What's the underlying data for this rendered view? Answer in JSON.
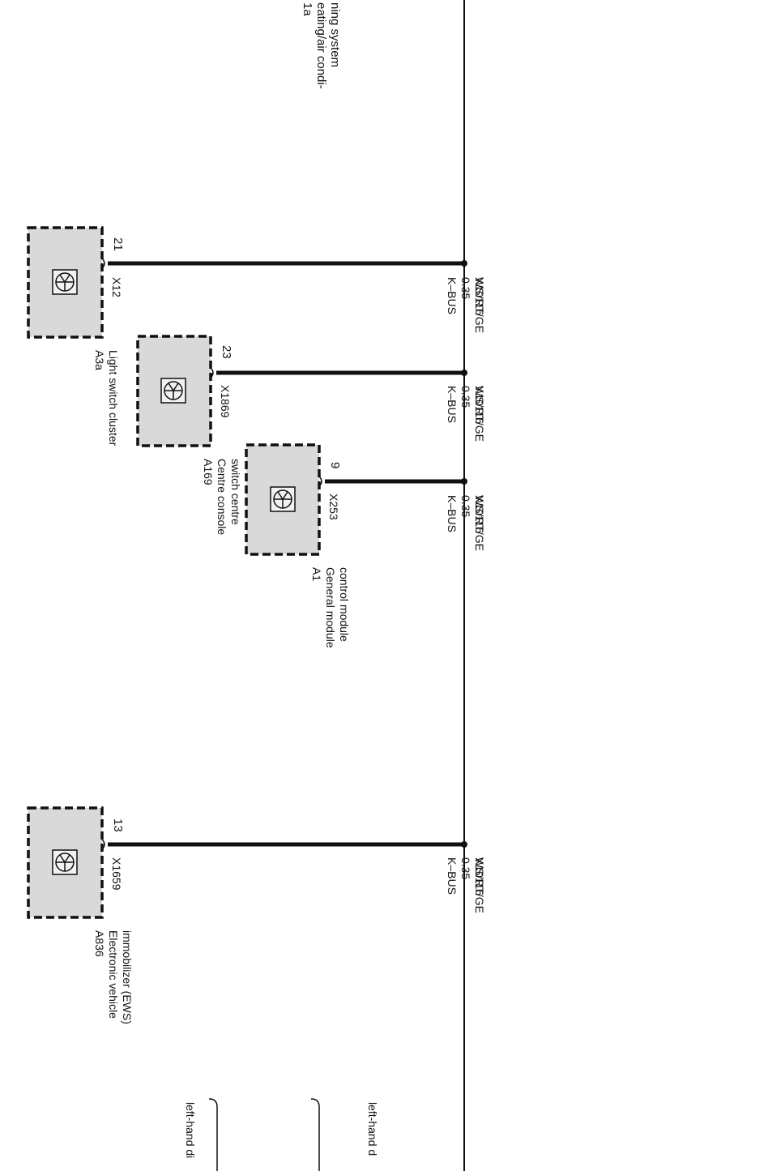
{
  "top_module": {
    "code": "1a",
    "lines": [
      "eating/air condi-",
      "ning system"
    ]
  },
  "components": [
    {
      "id": "a3a",
      "pin": "21",
      "connector": "X12",
      "code": "A3a",
      "name_lines": [
        "Light switch cluster"
      ],
      "splice": "X10116",
      "wire_lines": [
        "K–BUS",
        "0.35",
        "WS/RT/GE"
      ]
    },
    {
      "id": "a169",
      "pin": "23",
      "connector": "X1869",
      "code": "A169",
      "name_lines": [
        "Centre console",
        "switch centre"
      ],
      "splice": "X10116",
      "wire_lines": [
        "K–BUS",
        "0.35",
        "WS/RT/GE"
      ]
    },
    {
      "id": "a1",
      "pin": "9",
      "connector": "X253",
      "code": "A1",
      "name_lines": [
        "General module",
        "control module"
      ],
      "splice": "X10116",
      "wire_lines": [
        "K–BUS",
        "0.35",
        "WS/RT/GE"
      ]
    },
    {
      "id": "a836",
      "pin": "13",
      "connector": "X1659",
      "code": "A836",
      "name_lines": [
        "Electronic vehicle",
        "immobilizer (EWS)"
      ],
      "splice": "X10116",
      "wire_lines": [
        "K–BUS",
        "0.35",
        "WS/RT/GE"
      ]
    }
  ],
  "variant_labels": [
    "left-hand d",
    "left-hand di"
  ],
  "colors": {
    "wire": "#111111",
    "module_fill": "#d9d9d9"
  }
}
